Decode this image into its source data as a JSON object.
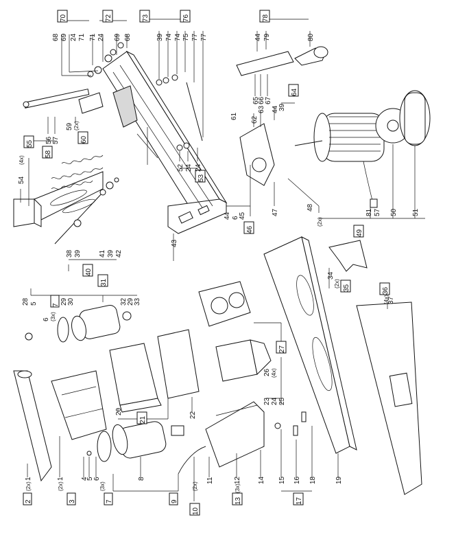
{
  "labels": {
    "p1a": "1",
    "p1b": "1",
    "p2": "2",
    "p2x_a": "(2x)",
    "p3": "3",
    "p2x_b": "(2x)",
    "p4": "4",
    "p5a": "5",
    "p6a": "6",
    "p7a": "7",
    "p3x_a": "(3x)",
    "p8": "8",
    "p9": "9",
    "p10": "10",
    "p2x_c": "(2x)",
    "p11": "11",
    "p12": "12",
    "p3x_b": "(3x)",
    "p13": "13",
    "p14": "14",
    "p15": "15",
    "p16": "16",
    "p17": "17",
    "p18": "18",
    "p19": "19",
    "p20": "20",
    "p21": "21",
    "p22": "22",
    "p23": "23",
    "p24a": "24",
    "p25": "25",
    "p26": "26",
    "p4x_a": "(4x)",
    "p27": "27",
    "p28": "28",
    "p5b": "5",
    "p7b": "7",
    "p29a": "29",
    "p30": "30",
    "p31": "31",
    "p32": "32",
    "p29b": "29",
    "p33": "33",
    "p6b": "6",
    "p3x_c": "(3x)",
    "p34": "34",
    "p2x_d": "(2x)",
    "p35": "35",
    "p36": "36",
    "p4x_b": "(4x)",
    "p37": "37",
    "p38": "38",
    "p39a": "39",
    "p40": "40",
    "p41": "41",
    "p39b": "39",
    "p42": "42",
    "p43": "43",
    "p44a": "44",
    "p6c": "6",
    "p45": "45",
    "p46": "46",
    "p47": "47",
    "p48": "48",
    "p2x_e": "(2x)",
    "p49": "49",
    "p81": "81",
    "p57": "57",
    "p50": "50",
    "p51": "51",
    "p54": "54",
    "p4x_c": "(4x)",
    "p55": "55",
    "p56": "56",
    "p57b": "57",
    "p58": "58",
    "p59": "59",
    "p2x_f": "(2x)",
    "p60": "60",
    "p68a": "68",
    "p69a": "69",
    "p70": "70",
    "p24b": "24",
    "p71a": "71",
    "p71b": "71",
    "p24c": "24",
    "p72": "72",
    "p69b": "69",
    "p68b": "68",
    "p73": "73",
    "p39c": "39",
    "p74a": "74",
    "p74b": "74",
    "p75": "75",
    "p76": "76",
    "p77a": "77",
    "p77b": "77",
    "p52": "52",
    "p24d": "24",
    "p24e": "24",
    "p53": "53",
    "p78": "78",
    "p44b": "44",
    "p79": "79",
    "p80": "80",
    "p65": "65",
    "p66": "66",
    "p67": "67",
    "p64": "64",
    "p61": "61",
    "p62": "62",
    "p63": "63",
    "p44c": "44",
    "p39d": "39"
  }
}
